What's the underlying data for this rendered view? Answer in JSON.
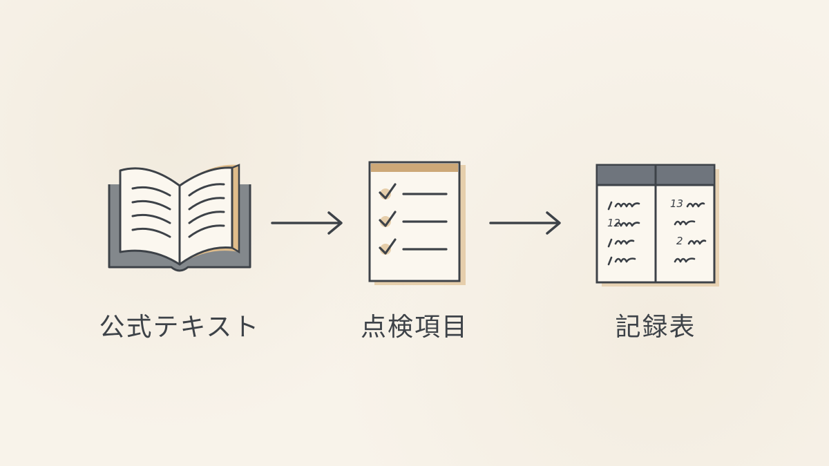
{
  "flow": {
    "steps": [
      {
        "label": "公式テキスト",
        "icon": "open-book-icon"
      },
      {
        "label": "点検項目",
        "icon": "checklist-icon"
      },
      {
        "label": "記録表",
        "icon": "record-table-icon"
      }
    ],
    "table_values": [
      "13",
      "12",
      "2"
    ]
  },
  "colors": {
    "background": "#f8f3ea",
    "ink": "#3d4248",
    "ochre": "#c49a63",
    "slate": "#7a8088"
  }
}
